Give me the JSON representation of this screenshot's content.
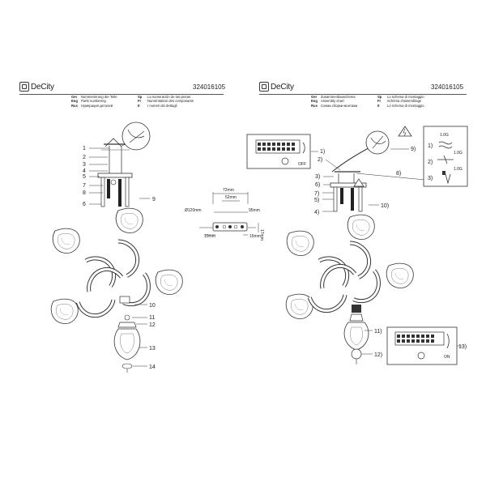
{
  "brand": "DeCity",
  "left_panel": {
    "code": "324016105",
    "legend": [
      {
        "lang": "Ger",
        "text": "Nummerierung der Teile"
      },
      {
        "lang": "Sp",
        "text": "La numeración de las piezas"
      },
      {
        "lang": "Eng",
        "text": "Parts numbering"
      },
      {
        "lang": "Fr",
        "text": "Numérotation des composants"
      },
      {
        "lang": "Rus",
        "text": "Нумерация деталей"
      },
      {
        "lang": "It",
        "text": "I numeri dei dettagli"
      }
    ],
    "part_labels": [
      "1",
      "2",
      "3",
      "4",
      "5",
      "6",
      "7",
      "8",
      "9",
      "10",
      "11",
      "12",
      "13",
      "14"
    ]
  },
  "right_panel": {
    "code": "324016105",
    "legend": [
      {
        "lang": "Ger",
        "text": "Zusammenbauschema"
      },
      {
        "lang": "Sp",
        "text": "Lo schema di montaggio"
      },
      {
        "lang": "Eng",
        "text": "Assembly chart"
      },
      {
        "lang": "Fr",
        "text": "Schéma d'assemblage"
      },
      {
        "lang": "Rus",
        "text": "Схема сборки-монтажа"
      },
      {
        "lang": "It",
        "text": "Lo schema di montaggio"
      }
    ],
    "step_labels": [
      "1)",
      "2)",
      "3)",
      "4)",
      "5)",
      "6)",
      "7)",
      "8)",
      "9)",
      "10)",
      "11)",
      "12)",
      "13)"
    ],
    "switch_labels": {
      "off": "OFF",
      "on": "ON"
    },
    "wire_steps": [
      "1)",
      "2)",
      "3)"
    ],
    "wire_lengths": [
      "1.0G",
      "1.0G",
      "1.0G"
    ]
  },
  "dimensions": {
    "d72": "72mm",
    "d52": "52mm",
    "d95": "95mm",
    "d120": "Ø120mm",
    "d17": "17mm",
    "d15": "15mm",
    "d10": "10mm"
  }
}
